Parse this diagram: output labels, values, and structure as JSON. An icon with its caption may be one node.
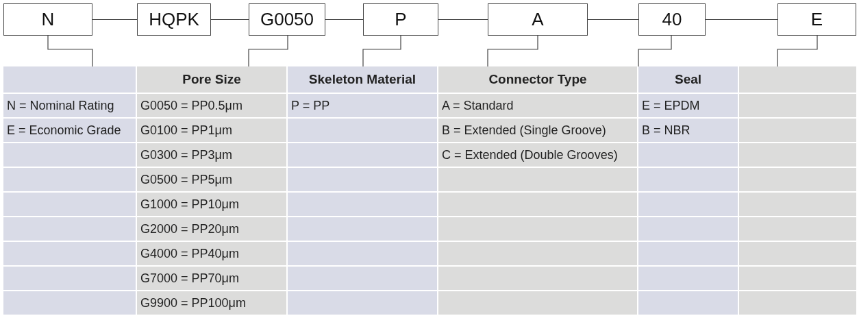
{
  "diagram": {
    "nodes": [
      {
        "text": [
          "N"
        ]
      },
      {
        "text": [
          "HQPK"
        ]
      },
      {
        "text": [
          "G0050"
        ]
      },
      {
        "text": [
          "P"
        ]
      },
      {
        "text": [
          "A"
        ]
      },
      {
        "text": [
          "40"
        ]
      },
      {
        "text": [
          "E"
        ]
      },
      {
        "text": [],
        "shape": "box"
      },
      {
        "text": [
          "Pore Size"
        ]
      },
      {
        "text": [
          "Skeleton Material"
        ]
      },
      {
        "text": [
          "Connector Type"
        ]
      },
      {
        "text": [
          "Seal"
        ]
      },
      {
        "text": [],
        "shape": "box"
      }
    ],
    "edges": [
      {
        "from": 0,
        "to": 1,
        "arrow": "none"
      },
      {
        "from": 1,
        "to": 2,
        "arrow": "none"
      },
      {
        "from": 2,
        "to": 3,
        "arrow": "none"
      },
      {
        "from": 3,
        "to": 4,
        "arrow": "none"
      },
      {
        "from": 4,
        "to": 5,
        "arrow": "none"
      },
      {
        "from": 5,
        "to": 6,
        "arrow": "none"
      },
      {
        "from": 0,
        "to": 7,
        "arrow": "none"
      },
      {
        "from": 2,
        "to": 8,
        "arrow": "none"
      },
      {
        "from": 3,
        "to": 9,
        "arrow": "none"
      },
      {
        "from": 4,
        "to": 10,
        "arrow": "none"
      },
      {
        "from": 5,
        "to": 11,
        "arrow": "none"
      },
      {
        "from": 6,
        "to": 12,
        "arrow": "none"
      }
    ],
    "labels": [
      "N = Nominal Rating",
      "G0050 = PP0.5μm",
      "P = PP",
      "A = Standard",
      "E = EPDM",
      "E = Economic Grade",
      "G0100 = PP1μm",
      "B = Extended (Single Groove)",
      "B = NBR",
      "G0300 = PP3μm",
      "C = Extended (Double Grooves)",
      "G0500 = PP5μm",
      "G1000 = PP10μm",
      "G2000 = PP20μm",
      "G4000 = PP40μm",
      "G7000 = PP70μm",
      "G9900 = PP100μm"
    ]
  }
}
